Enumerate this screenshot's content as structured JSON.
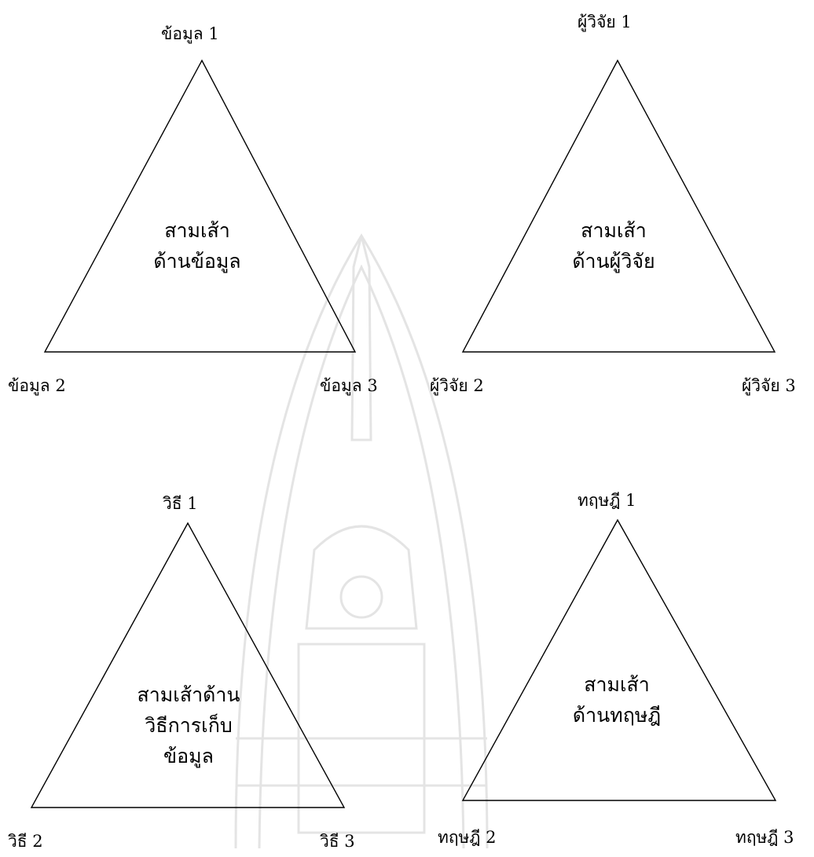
{
  "diagrams": [
    {
      "title_lines": [
        "สามเส้า",
        "ด้านข้อมูล"
      ],
      "top": "ข้อมูล 1",
      "bottom_left": "ข้อมูล 2",
      "bottom_right": "ข้อมูล 3"
    },
    {
      "title_lines": [
        "สามเส้า",
        "ด้านผู้วิจัย"
      ],
      "top": "ผู้วิจัย 1",
      "bottom_left": "ผู้วิจัย 2",
      "bottom_right": "ผู้วิจัย 3"
    },
    {
      "title_lines": [
        "สามเส้าด้าน",
        "วิธีการเก็บ",
        "ข้อมูล"
      ],
      "top": "วิธี 1",
      "bottom_left": "วิธี 2",
      "bottom_right": "วิธี 3"
    },
    {
      "title_lines": [
        "สามเส้า",
        "ด้านทฤษฎี"
      ],
      "top": "ทฤษฎี 1",
      "bottom_left": "ทฤษฎี 2",
      "bottom_right": "ทฤษฎี 3"
    }
  ],
  "colors": {
    "line": "#000000",
    "watermark": "#e2e2e2"
  }
}
